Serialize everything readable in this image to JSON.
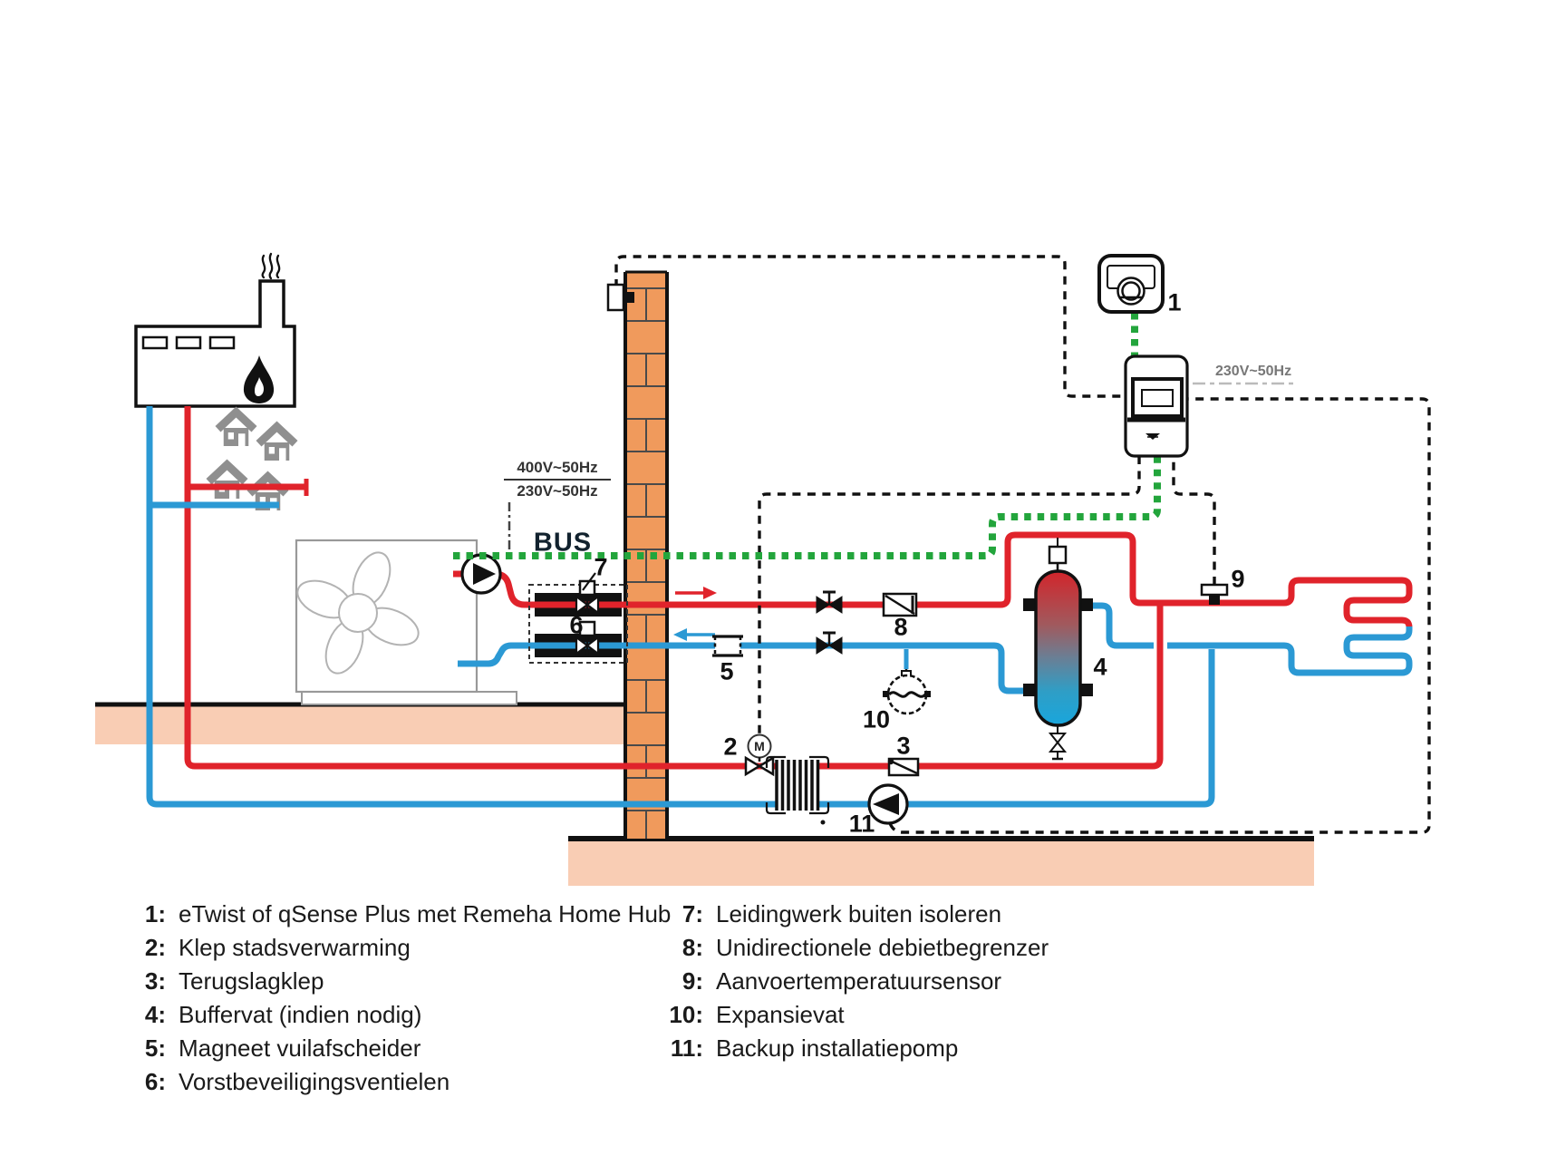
{
  "legend": {
    "left": [
      {
        "num": "1:",
        "text": "eTwist of qSense Plus met Remeha Home Hub"
      },
      {
        "num": "2:",
        "text": "Klep stadsverwarming"
      },
      {
        "num": "3:",
        "text": "Terugslagklep"
      },
      {
        "num": "4:",
        "text": "Buffervat (indien nodig)"
      },
      {
        "num": "5:",
        "text": "Magneet vuilafscheider"
      },
      {
        "num": "6:",
        "text": "Vorstbeveiligingsventielen"
      }
    ],
    "right": [
      {
        "num": "7:",
        "text": "Leidingwerk buiten isoleren"
      },
      {
        "num": "8:",
        "text": "Unidirectionele debietbegrenzer"
      },
      {
        "num": "9:",
        "text": "Aanvoertemperatuursensor"
      },
      {
        "num": "10:",
        "text": "Expansievat"
      },
      {
        "num": "11:",
        "text": "Backup installatiepomp"
      }
    ]
  },
  "diagram": {
    "bus_label": "BUS",
    "heatpump_voltage_line1": "400V~50Hz",
    "heatpump_voltage_line2": "230V~50Hz",
    "meter_voltage": "230V~50Hz",
    "motor_letter": "M"
  },
  "callouts": {
    "n1": "1",
    "n2": "2",
    "n3": "3",
    "n4": "4",
    "n5": "5",
    "n6": "6",
    "n7": "7",
    "n8": "8",
    "n9": "9",
    "n10": "10",
    "n11": "11"
  },
  "colors": {
    "supply_red": "#e0232b",
    "return_blue": "#2b99d4",
    "bus_green": "#23a53c",
    "brick_orange": "#f09a5c",
    "mortar_gray": "#4a4a4a",
    "ground_salmon": "#f9cdb4",
    "house_gray": "#8f8f8f",
    "outline_black": "#111111"
  }
}
